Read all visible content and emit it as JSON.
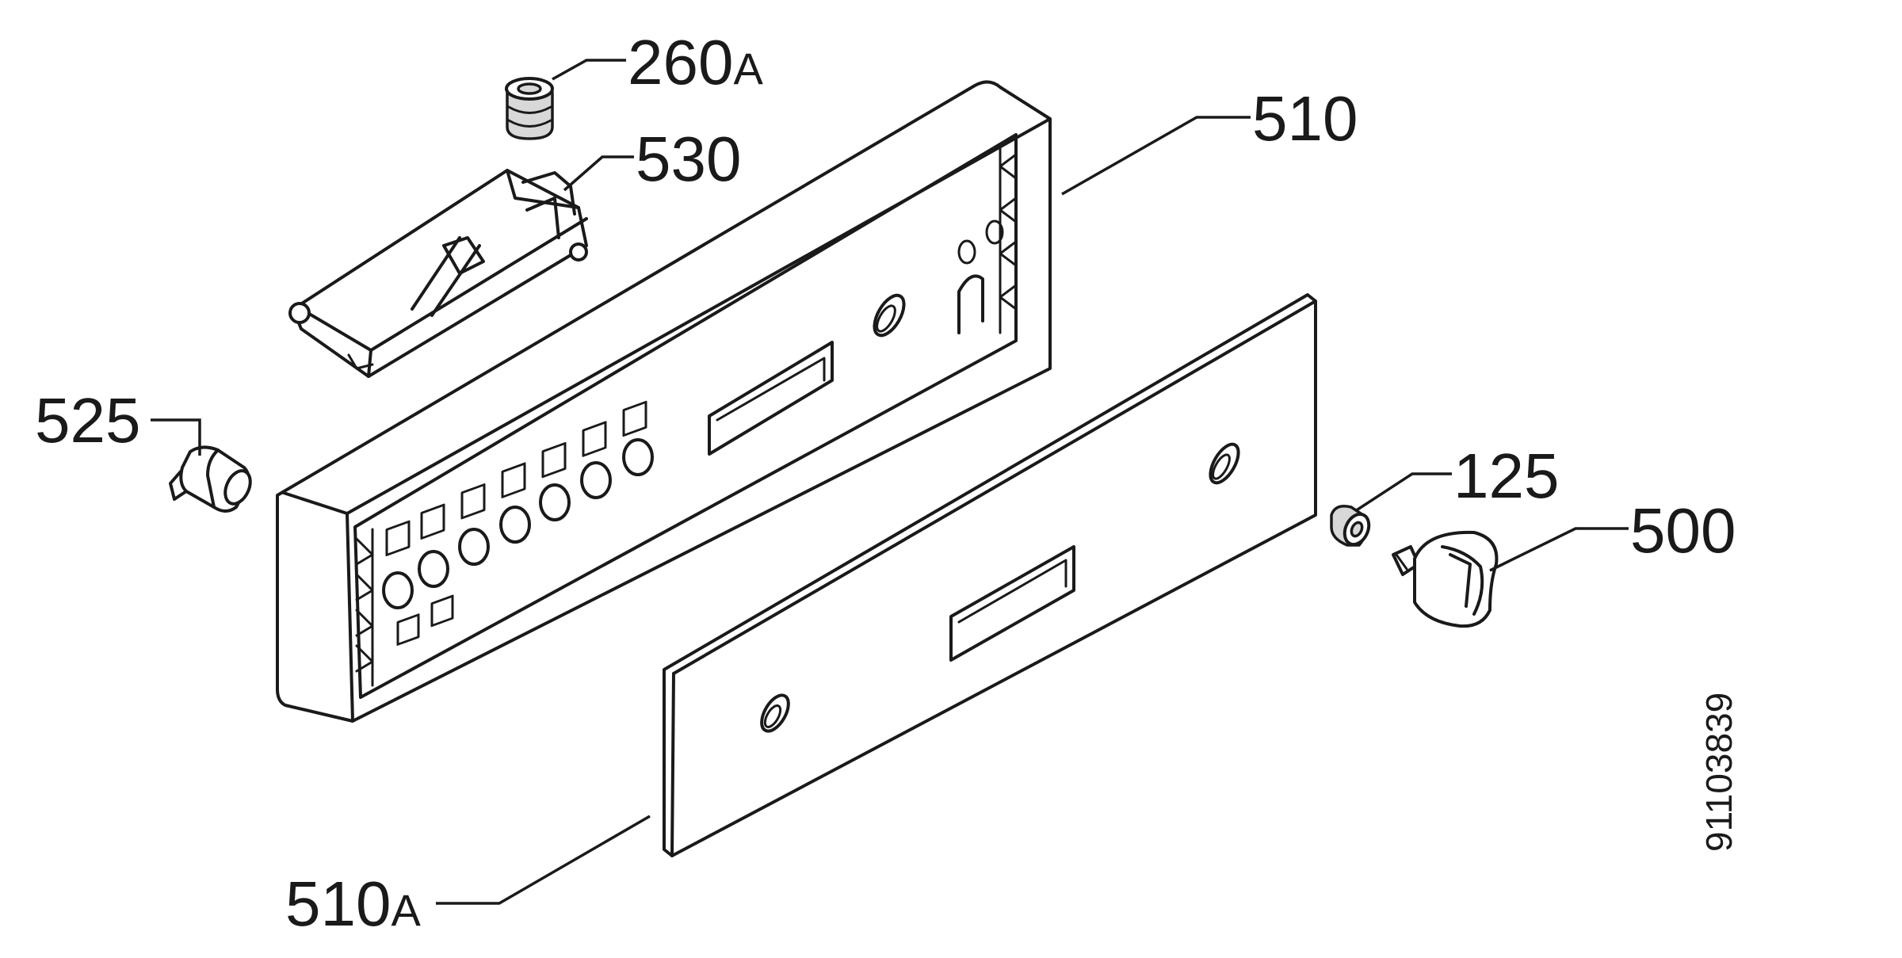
{
  "diagram": {
    "doc_number": "91103839",
    "callouts": [
      {
        "id": "260a",
        "main": "260",
        "suffix": "A"
      },
      {
        "id": "530",
        "main": "530",
        "suffix": ""
      },
      {
        "id": "510",
        "main": "510",
        "suffix": ""
      },
      {
        "id": "525",
        "main": "525",
        "suffix": ""
      },
      {
        "id": "125",
        "main": "125",
        "suffix": ""
      },
      {
        "id": "500",
        "main": "500",
        "suffix": ""
      },
      {
        "id": "510a",
        "main": "510",
        "suffix": "A"
      }
    ]
  }
}
